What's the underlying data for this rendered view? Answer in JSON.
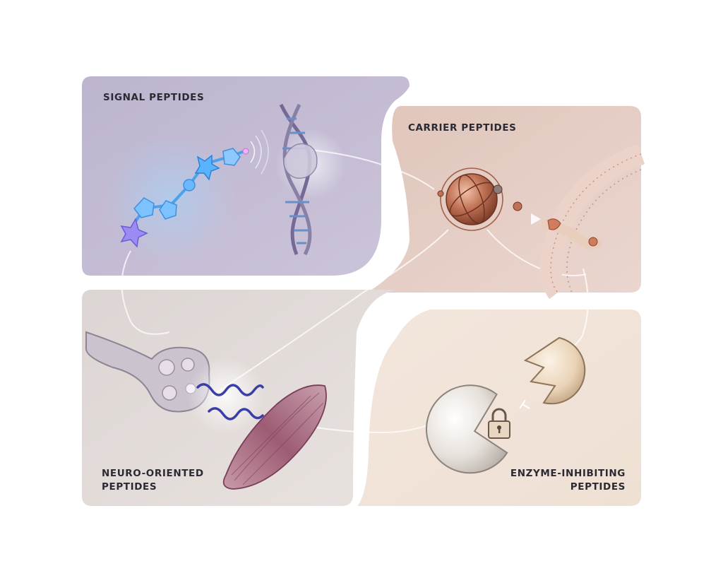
{
  "panels": {
    "signal": {
      "title": "SIGNAL PEPTIDES"
    },
    "carrier": {
      "title": "CARRIER PEPTIDES"
    },
    "neuro": {
      "title_line1": "NEURO-ORIENTED",
      "title_line2": "PEPTIDES"
    },
    "enzyme": {
      "title_line1": "ENZYME-INHIBITING",
      "title_line2": "PEPTIDES"
    }
  },
  "colors": {
    "signal_bg": "#c3bbd4",
    "carrier_bg": "#e3cbc3",
    "neuro_bg": "#dfd9d6",
    "enzyme_bg": "#f1e4da",
    "peptide_glow": "#5fb8ff",
    "dna": "#7c6f9c",
    "carrier_sphere": "#b8644a",
    "muscle": "#9a5a72",
    "enzyme_shell": "#e8e2dc",
    "inhibitor_shell": "#e8d2b8"
  }
}
